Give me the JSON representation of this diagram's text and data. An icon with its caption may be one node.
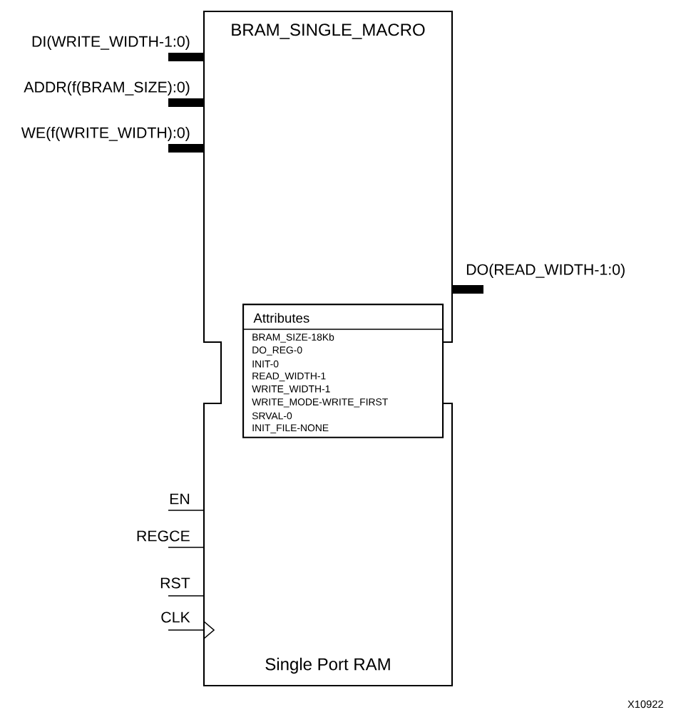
{
  "diagram": {
    "nodes": [
      {
        "text": [
          "BRAM_SINGLE_MACRO",
          "Single Port RAM"
        ]
      },
      {
        "text": [
          "Attributes",
          "BRAM_SIZE-18Kb",
          "DO_REG-0",
          "INIT-0",
          "READ_WIDTH-1",
          "WRITE_WIDTH-1",
          "WRITE_MODE-WRITE_FIRST",
          "SRVAL-0",
          "INIT_FILE-NONE"
        ],
        "in": 0
      }
    ],
    "labels": [
      "DI(WRITE_WIDTH-1:0)",
      "ADDR(f(BRAM_SIZE):0)",
      "WE(f(WRITE_WIDTH):0)",
      "DO(READ_WIDTH-1:0)",
      "EN",
      "REGCE",
      "RST",
      "CLK",
      "X10922"
    ]
  }
}
